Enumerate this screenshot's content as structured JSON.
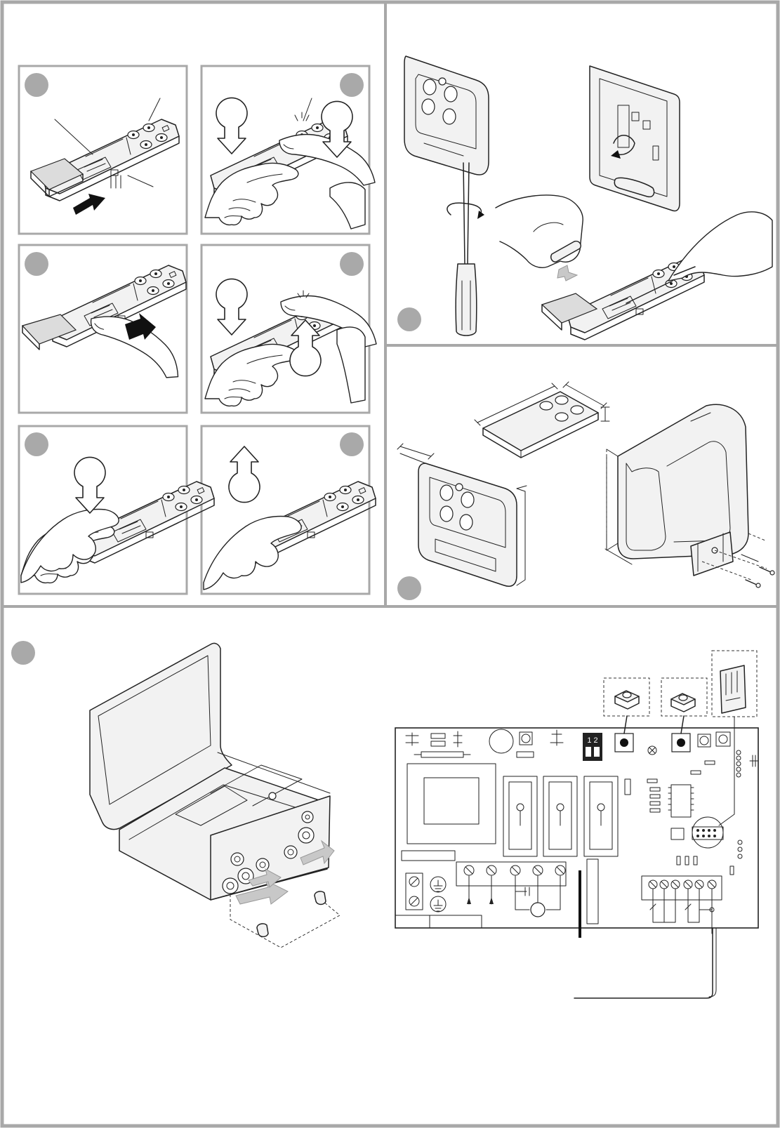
{
  "page": {
    "background": "#ffffff",
    "frame_color": "#a8a8a8"
  },
  "panels": [
    {
      "id": "remote-steps",
      "steps": 6,
      "step_labels": []
    },
    {
      "id": "wall-switch-battery"
    },
    {
      "id": "dimensions"
    },
    {
      "id": "receiver-wiring"
    }
  ],
  "colors": {
    "badge": "#a9a9a9",
    "line": "#222222",
    "arrow_fill": "#111111",
    "light_arrow": "#c8c8c8"
  },
  "board": {
    "dip_label": "1 2"
  }
}
